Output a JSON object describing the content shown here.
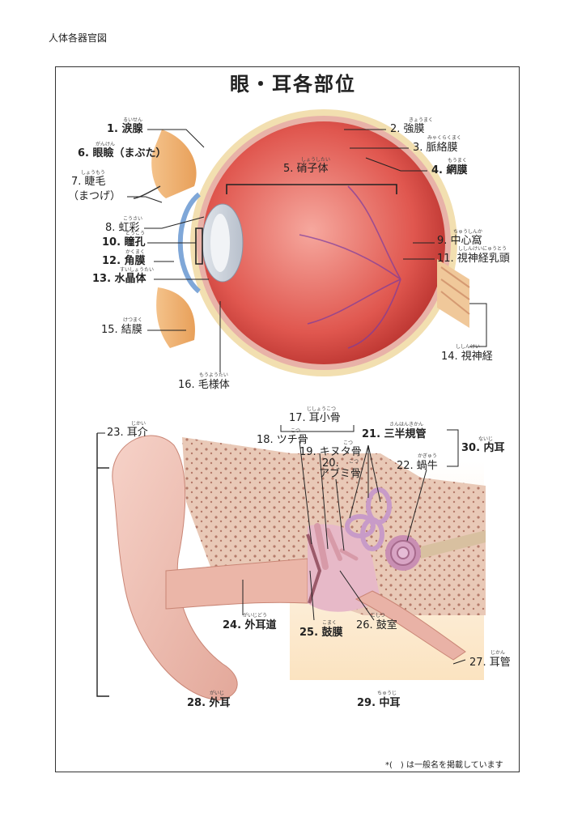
{
  "header": "人体各器官図",
  "title": "眼・耳各部位",
  "footnote": "*(　) は一般名を掲載しています",
  "eye": {
    "lacrimal_gland": {
      "label": "1. 涙腺",
      "ruby": "るいせん"
    },
    "sclera": {
      "label": "2. 強膜",
      "ruby": "きょうまく"
    },
    "choroid": {
      "label": "3. 脈絡膜",
      "ruby": "みゃくらくまく"
    },
    "retina": {
      "label": "4. 網膜",
      "ruby": "もうまく"
    },
    "vitreous": {
      "label": "5. 硝子体",
      "ruby": "しょうしたい"
    },
    "eyelid": {
      "label": "6. 眼瞼（まぶた）",
      "ruby": "がんけん"
    },
    "eyelash": {
      "label": "7. 睫毛",
      "label2": "（まつげ）",
      "ruby": "しょうもう"
    },
    "iris": {
      "label": "8. 虹彩",
      "ruby": "こうさい"
    },
    "fovea": {
      "label": "9. 中心窩",
      "ruby": "ちゅうしんか"
    },
    "pupil": {
      "label": "10. 瞳孔",
      "ruby": "どうこう"
    },
    "optic_disc": {
      "label": "11. 視神経乳頭",
      "ruby": "ししんけいにゅうとう"
    },
    "cornea": {
      "label": "12. 角膜",
      "ruby": "かくまく"
    },
    "lens": {
      "label": "13. 水晶体",
      "ruby": "すいしょうたい"
    },
    "optic_nerve": {
      "label": "14. 視神経",
      "ruby": "ししんけい"
    },
    "conjunctiva": {
      "label": "15. 結膜",
      "ruby": "けつまく"
    },
    "ciliary_body": {
      "label": "16. 毛様体",
      "ruby": "もうようたい"
    }
  },
  "ear": {
    "ossicles": {
      "label": "17. 耳小骨",
      "ruby": "じしょうこつ"
    },
    "malleus": {
      "label": "18. ツチ骨",
      "ruby": "こつ"
    },
    "incus": {
      "label": "19. キヌタ骨",
      "ruby": "こつ"
    },
    "stapes": {
      "label1": "20.",
      "label2": "アブミ骨",
      "ruby": "こつ"
    },
    "semicircular": {
      "label": "21. 三半規管",
      "ruby": "さんはんきかん"
    },
    "cochlea": {
      "label": "22. 蝸牛",
      "ruby": "かぎゅう"
    },
    "auricle": {
      "label": "23. 耳介",
      "ruby": "じかい"
    },
    "ext_canal": {
      "label": "24. 外耳道",
      "ruby": "がいじどう"
    },
    "eardrum": {
      "label": "25. 鼓膜",
      "ruby": "こまく"
    },
    "tympanic": {
      "label": "26. 鼓室",
      "ruby": "こしつ"
    },
    "eustachian": {
      "label": "27. 耳管",
      "ruby": "じかん"
    },
    "outer_ear": {
      "label": "28. 外耳",
      "ruby": "がいじ"
    },
    "middle_ear": {
      "label": "29. 中耳",
      "ruby": "ちゅうじ"
    },
    "inner_ear": {
      "label": "30. 内耳",
      "ruby": "ないじ"
    }
  }
}
